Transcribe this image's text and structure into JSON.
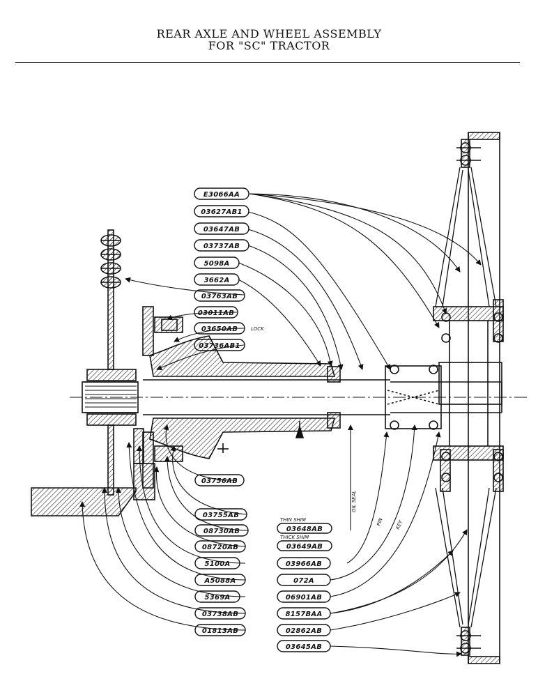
{
  "title": {
    "line1": "REAR AXLE AND WHEEL ASSEMBLY",
    "line2": "FOR \"SC\" TRACTOR"
  },
  "part_labels_upper": [
    "E3066AA",
    "03627AB1",
    "03647AB",
    "03737AB",
    "5098A",
    "3662A",
    "03763AB",
    "03011AB",
    "03650AB",
    "03736AB1"
  ],
  "part_labels_lower_middle": [
    "03756AB",
    "03755AB",
    "08730AB",
    "08720AB"
  ],
  "part_labels_lower_left": [
    "5100A",
    "A5088A",
    "5369A",
    "03738AB",
    "01813AB"
  ],
  "part_labels_lower_right": [
    "03648AB",
    "03649AB",
    "03966AB",
    "072A",
    "06901AB",
    "8157BAA",
    "02862AB",
    "03645AB"
  ],
  "notes": {
    "lock": "LOCK",
    "thin_shim": "THIN SHIM",
    "thick_shim": "THICK SHIM",
    "oil_seal": "OIL SEAL",
    "pin": "PIN",
    "key": "KEY"
  }
}
